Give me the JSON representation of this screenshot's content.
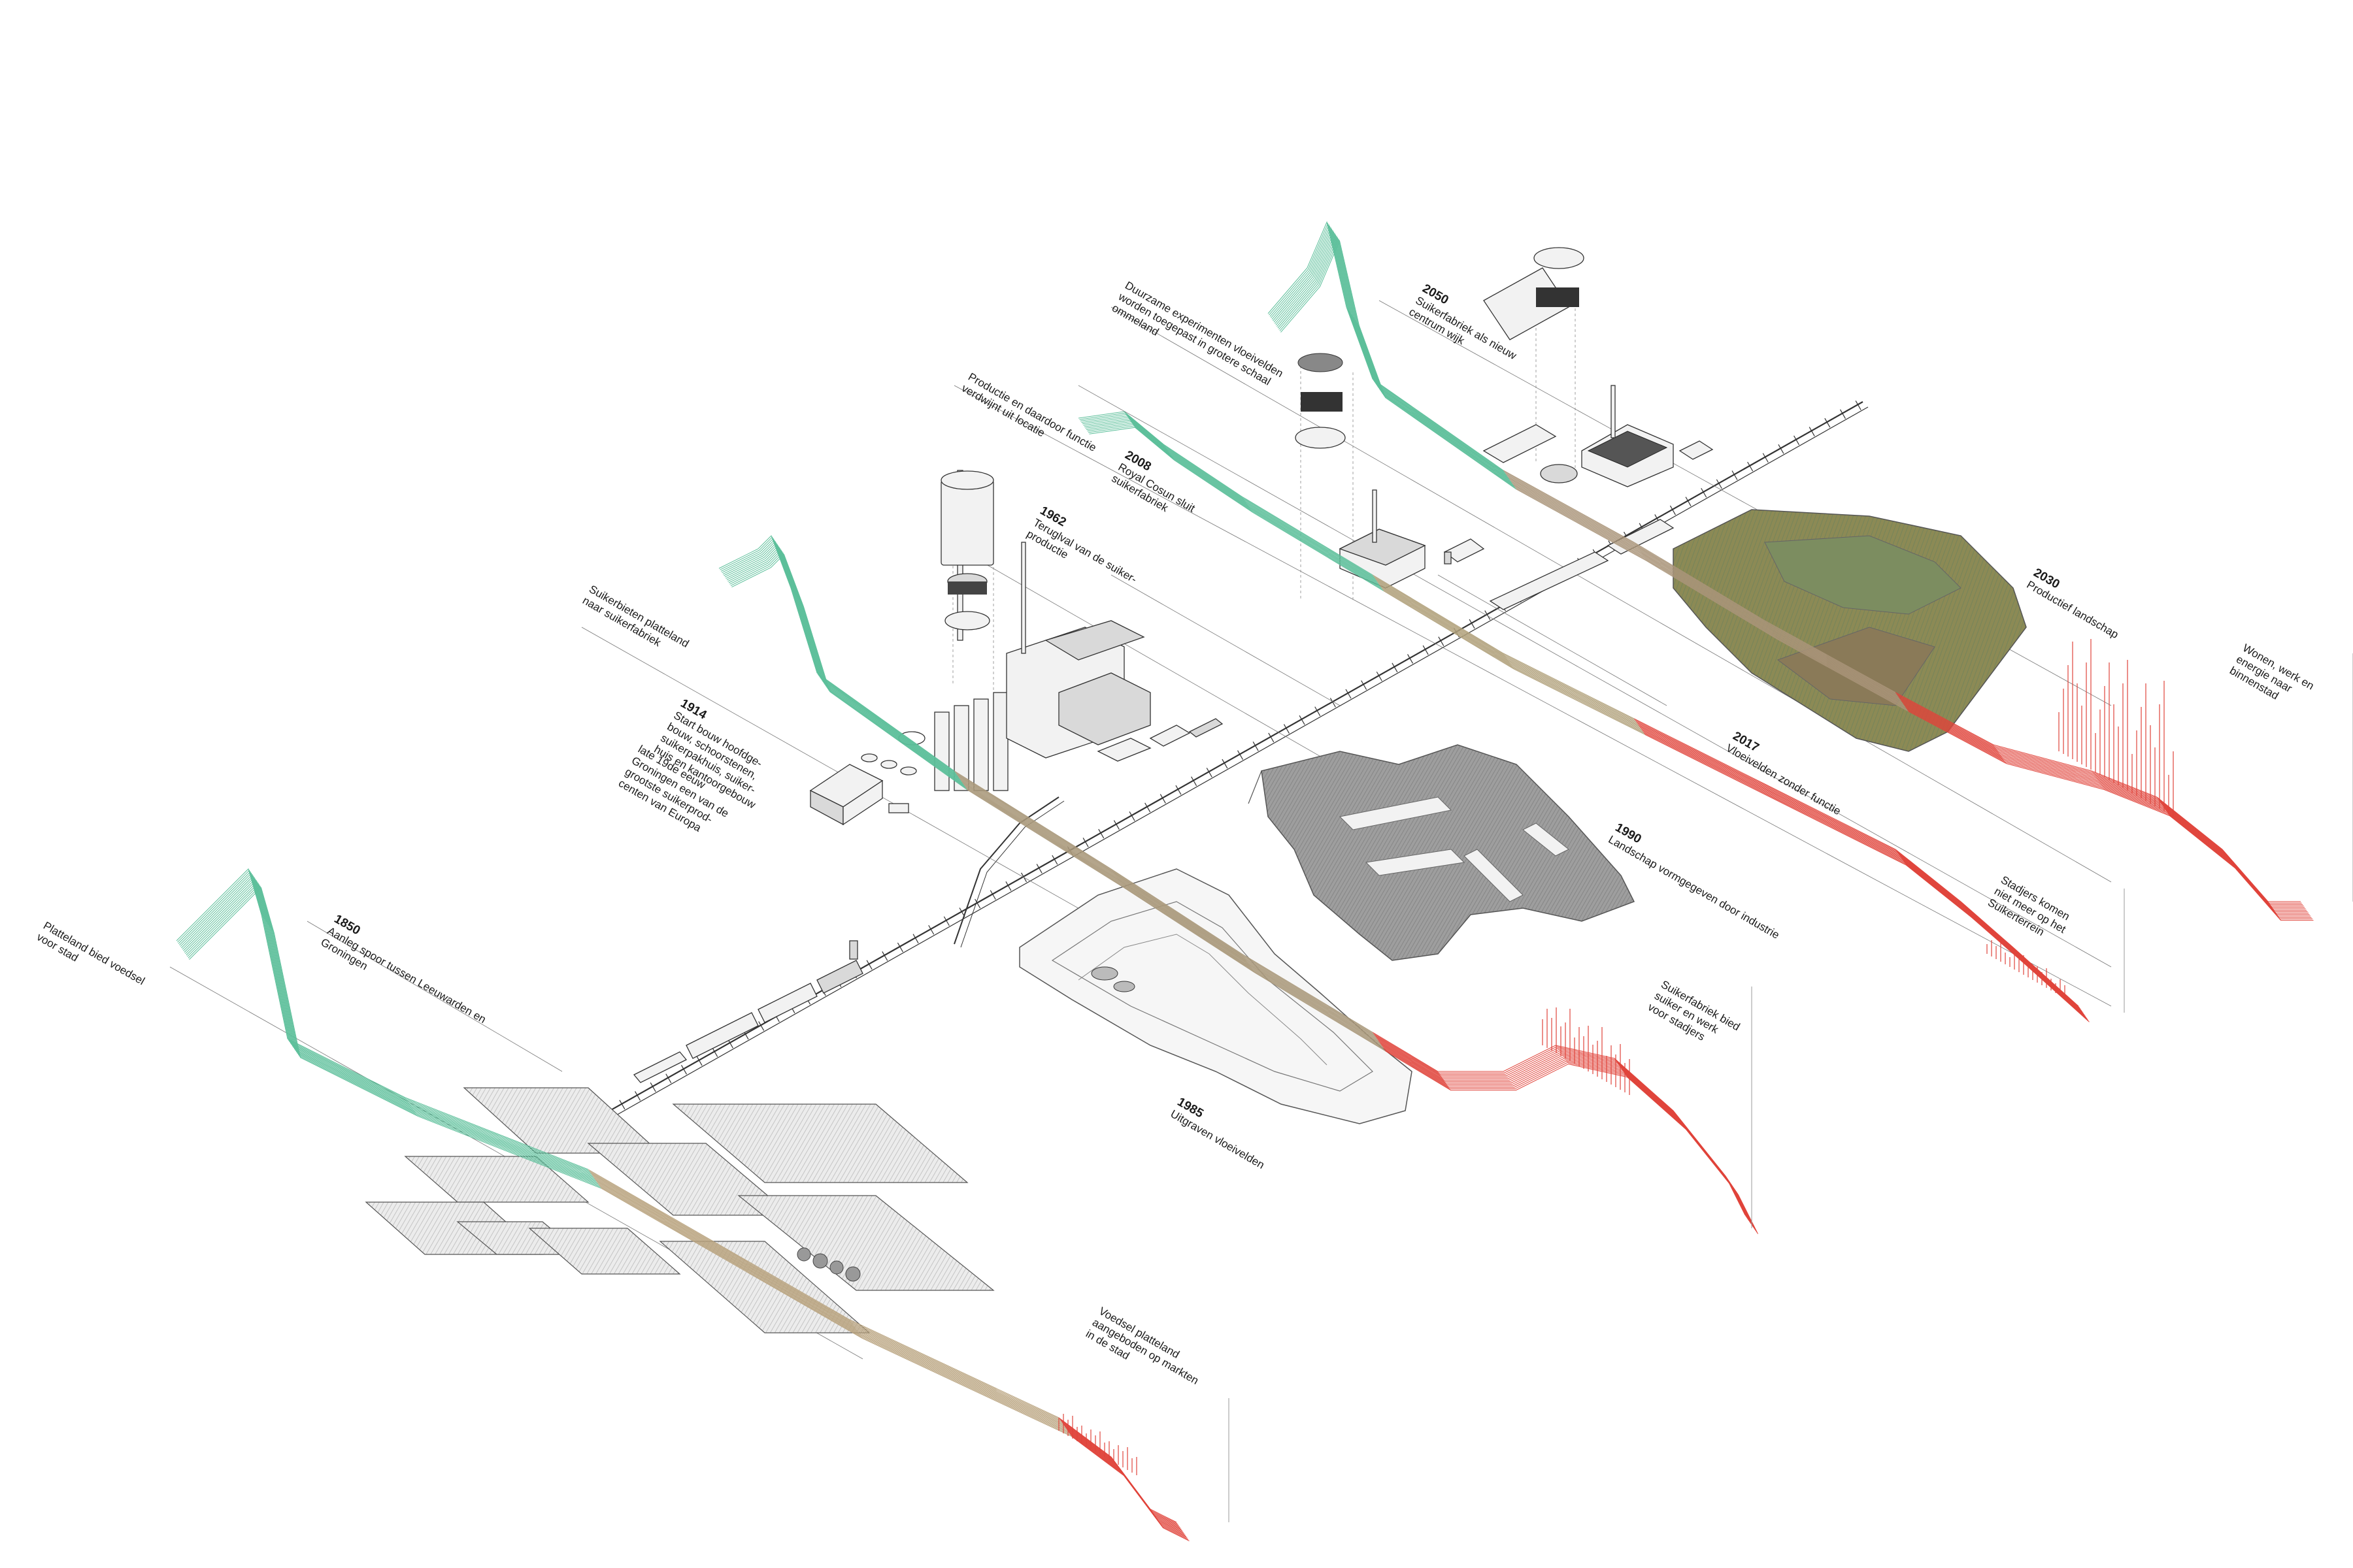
{
  "labels": {
    "platteland": {
      "year": "",
      "lines": [
        "Platteland bied voedsel",
        "voor stad"
      ]
    },
    "y1850": {
      "year": "1850",
      "lines": [
        "Aanleg spoor tussen Leeuwarden en",
        "Groningen"
      ]
    },
    "voedsel": {
      "year": "",
      "lines": [
        "Voedsel platteland",
        "aangeboden op markten",
        "in de stad"
      ]
    },
    "y1914": {
      "year": "1914",
      "lines": [
        "Start bouw hoofdge-",
        "bouw, schoorstenen,",
        "suikerpakhuis, suiker-",
        "huis en kantoorgebouw"
      ]
    },
    "late19": {
      "year": "",
      "lines": [
        "late 19de eeuw",
        "Groningen een van de",
        "grootste suikerprod-",
        "centen van Europa"
      ]
    },
    "suikerbieten": {
      "year": "",
      "lines": [
        "Suikerbieten platteland",
        "naar suikerfabriek"
      ]
    },
    "y1962": {
      "year": "1962",
      "lines": [
        "Teruglval van de suiker-",
        "productie"
      ]
    },
    "y2008": {
      "year": "2008",
      "lines": [
        "Royal Cosun sluit",
        "suikerfabriek"
      ]
    },
    "productie": {
      "year": "",
      "lines": [
        "Productie en daardoor functie",
        "verdwijnt uit locatie"
      ]
    },
    "duurzame": {
      "year": "",
      "lines": [
        "Duurzame experimenten vloeivelden",
        "worden toegepast in grotere schaal",
        "ommeland"
      ]
    },
    "y2050": {
      "year": "2050",
      "lines": [
        "Suikerfabriek als nieuw",
        "centrum wijk"
      ]
    },
    "y1985": {
      "year": "1985",
      "lines": [
        "Uitgraven vloeivelden"
      ]
    },
    "y1990": {
      "year": "1990",
      "lines": [
        "Landschap vormgegeven door industrie"
      ]
    },
    "y2017": {
      "year": "2017",
      "lines": [
        "Vloeivelden zonder functie"
      ]
    },
    "y2030": {
      "year": "2030",
      "lines": [
        "Productief landschap"
      ]
    },
    "suikerfabriek_bied": {
      "year": "",
      "lines": [
        "Suikerfabriek bied",
        "suiker en werk",
        "voor stadjers"
      ]
    },
    "stadjers": {
      "year": "",
      "lines": [
        "Stadjers komen",
        "niet meer op het",
        "Suikerterrein"
      ]
    },
    "wonen": {
      "year": "",
      "lines": [
        "Wonen, werk en",
        "energie naar",
        "binnenstad"
      ]
    }
  },
  "colors": {
    "green": "#5cbf9a",
    "red": "#e0443b",
    "field_1985": "#f4f4f4",
    "field_1990": "#9a9a9a",
    "field_2030": "#8a8a4a",
    "rail": "#333333"
  }
}
